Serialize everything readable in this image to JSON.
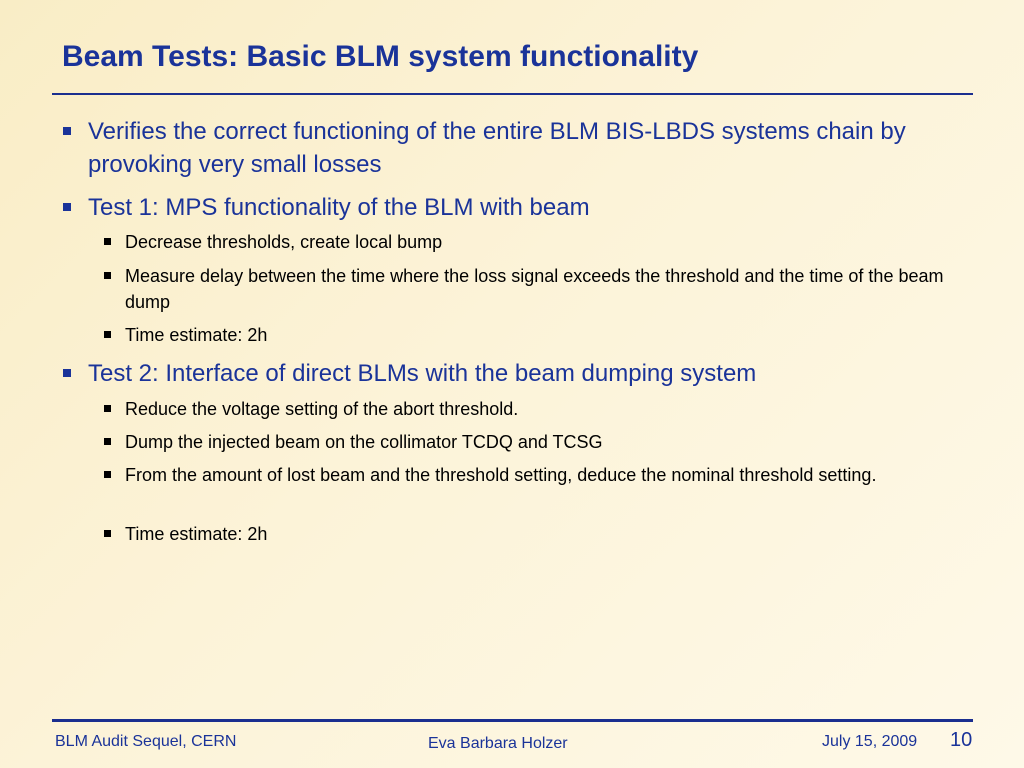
{
  "slide": {
    "title": "Beam Tests: Basic BLM system functionality",
    "bullets": [
      {
        "text": "Verifies the correct functioning of the entire BLM BIS-LBDS systems chain by provoking very small losses"
      },
      {
        "text": "Test 1: MPS functionality of the BLM with beam",
        "sub": [
          "Decrease thresholds, create local bump",
          "Measure delay between the time where the loss signal exceeds the threshold and the time of the beam dump",
          "Time estimate: 2h"
        ]
      },
      {
        "text": "Test 2: Interface of direct BLMs with the beam dumping system",
        "sub": [
          "Reduce the voltage setting of the abort threshold.",
          "Dump the injected beam on the collimator TCDQ and TCSG",
          "From the amount of lost beam and the threshold setting, deduce the nominal threshold setting.",
          "Time estimate: 2h"
        ]
      }
    ]
  },
  "footer": {
    "left": "BLM Audit Sequel, CERN",
    "center": "Eva Barbara Holzer",
    "date": "July 15, 2009",
    "page": "10"
  },
  "colors": {
    "title": "#1a3399",
    "rule": "#1a2e8f",
    "body_text": "#000000"
  }
}
